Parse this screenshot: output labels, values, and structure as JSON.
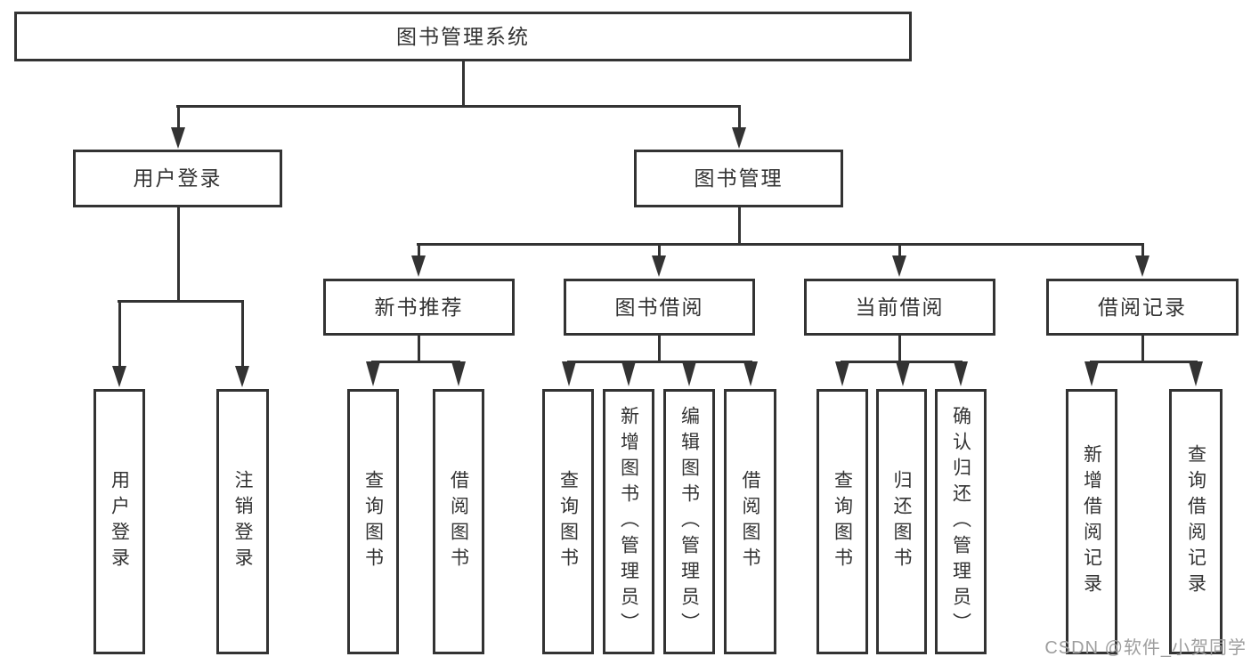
{
  "nodes": {
    "root": "图书管理系统",
    "user_login": "用户登录",
    "book_mgmt": "图书管理",
    "new_book": "新书推荐",
    "book_borrow": "图书借阅",
    "current_borrow": "当前借阅",
    "borrow_record": "借阅记录",
    "leaf_user_login": "用户登录",
    "leaf_logout": "注销登录",
    "leaf_nb_query": "查询图书",
    "leaf_nb_borrow": "借阅图书",
    "leaf_bb_query": "查询图书",
    "leaf_bb_add": "新增图书（管理员）",
    "leaf_bb_edit": "编辑图书（管理员）",
    "leaf_bb_borrow": "借阅图书",
    "leaf_cb_query": "查询图书",
    "leaf_cb_return": "归还图书",
    "leaf_cb_confirm": "确认归还（管理员）",
    "leaf_br_add": "新增借阅记录",
    "leaf_br_query": "查询借阅记录"
  },
  "watermark": "CSDN @软件_小贺同学",
  "colors": {
    "line": "#333333",
    "text": "#333333",
    "watermark": "#9e9e9e",
    "background": "#ffffff",
    "box_bg": "#ffffff"
  }
}
